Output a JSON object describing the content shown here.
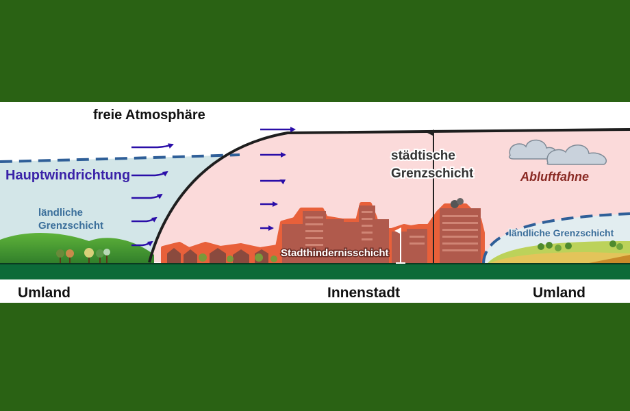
{
  "labels": {
    "free_atmosphere": "freie Atmosphäre",
    "main_wind": "Hauptwindrichtung",
    "rural_left_1": "ländliche",
    "rural_left_2": "Grenzschicht",
    "urban_bl_1": "städtische",
    "urban_bl_2": "Grenzschicht",
    "plume": "Abluftfahne",
    "canopy": "Stadthindernisschicht",
    "rural_right": "ländliche Grenzschicht"
  },
  "regions": {
    "left": "Umland",
    "center": "Innenstadt",
    "right": "Umland"
  },
  "colors": {
    "background": "#2a6214",
    "wind_arrow": "#2a0ea8",
    "main_wind_text": "#3a22a8",
    "rural_text": "#3a6e9a",
    "plume_text": "#8a2a24",
    "rural_sky": "#d3e6e8",
    "urban_sky": "#fbdada",
    "ground": "#0c6a38",
    "boundary_dash": "#2f5f98"
  },
  "icons": {
    "wind": "right-arrow-icon",
    "clouds": "cloud-icon",
    "height": "up-arrow-icon"
  }
}
